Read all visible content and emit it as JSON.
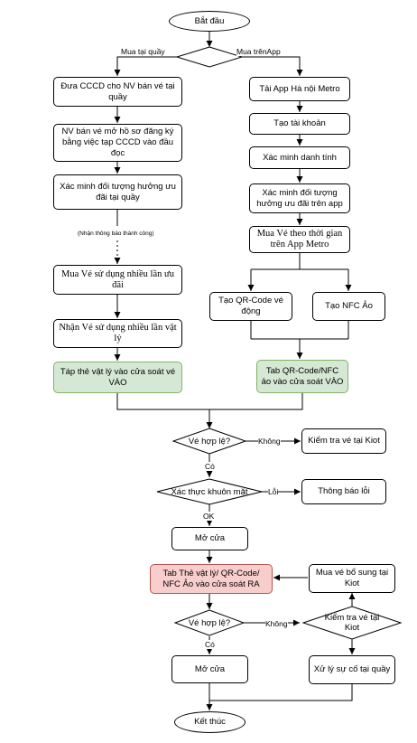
{
  "nodes": {
    "start": "Bắt đầu",
    "d_channel": "",
    "l1": "Đưa CCCD cho NV bán vé tại quầy",
    "l2": "NV bán vé mở hồ sơ đăng ký bằng việc tạp CCCD vào đầu đọc",
    "l3": "Xác minh đối tượng hưởng ưu đãi tại quầy",
    "l4": "Mua Vé sử dụng nhiều lần ưu đãi",
    "l5": "Nhận Vé sử dụng nhiều lần vật lý",
    "l6": "Táp thẻ vật lý vào cửa soát vé VÀO",
    "r1": "Tải App Hà nội Metro",
    "r2": "Tạo tài khoản",
    "r3": "Xác minh danh tính",
    "r4": "Xác minh đối tượng hưởng ưu đãi trên app",
    "r5": "Mua Vé theo thời gian trên App Metro",
    "r6a": "Tạo QR-Code vé động",
    "r6b": "Tạo NFC Ảo",
    "r7": "Tab QR-Code/NFC ảo vào cửa soát VÀO",
    "d_valid1": "Vé hợp lệ?",
    "kiot1": "Kiểm tra vé tại Kiot",
    "d_face": "Xác thực khuôn mặt",
    "err": "Thông báo lỗi",
    "open1": "Mở cửa",
    "tap_out": "Tab Thẻ vật lý/ QR-Code/ NFC Ảo vào cửa soát RA",
    "buy_more": "Mua vé bổ sung tại Kiot",
    "d_valid2": "Vé hợp lệ?",
    "d_kiot2": "Kiểm tra vé tại Kiot",
    "open2": "Mở cửa",
    "incident": "Xử lý sự cố tại quầy",
    "end": "Kết thúc"
  },
  "edge_labels": {
    "counter": "Mua tại quầy",
    "app": "Mua trênApp",
    "notify": "(Nhận thông báo thành công)",
    "no1": "Không",
    "yes1": "Có",
    "error": "Lỗi",
    "ok": "OK",
    "no2": "Không",
    "yes2": "Có"
  },
  "colors": {
    "green_fill": "#d5e8d4",
    "green_stroke": "#82b366",
    "red_fill": "#f8cecc",
    "red_stroke": "#b85450"
  }
}
